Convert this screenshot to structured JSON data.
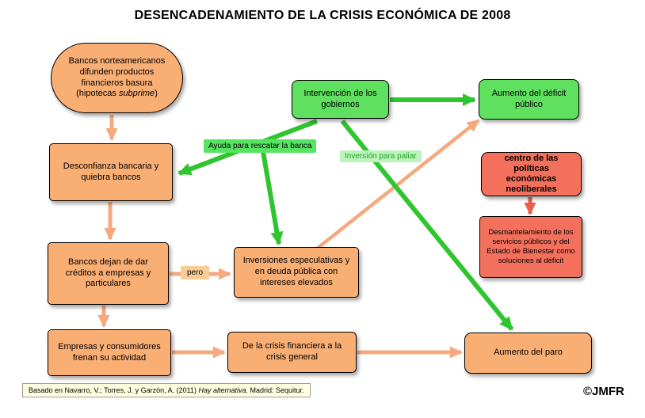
{
  "title": "DESENCADENAMIENTO DE LA CRISIS ECONÓMICA DE 2008",
  "nodes": {
    "subprime_banks": {
      "text_before": "Bancos norteamericanos difunden productos financieros basura (hipotecas ",
      "text_italic": "subprime",
      "text_after": ")"
    },
    "gobiernos": {
      "text": "Intervención de los gobiernos"
    },
    "deficit": {
      "text": "Aumento del déficit público"
    },
    "desconfianza": {
      "text": "Desconfianza bancaria y quiebra bancos"
    },
    "centro_neoliberal": {
      "text": "centro de las políticas económicas neoliberales"
    },
    "desmantelamiento": {
      "text": "Desmantelamiento de los servicios públicos y del Estado de Bienestar como soluciones al déficit"
    },
    "creditos": {
      "text": "Bancos dejan de dar créditos a empresas y particulares"
    },
    "inversiones": {
      "text": "Inversiones especulativas y en deuda pública con intereses elevados"
    },
    "empresas": {
      "text": "Empresas y consumidores frenan su actividad"
    },
    "crisis_general": {
      "text": "De la crisis financiera a la crisis general"
    },
    "paro": {
      "text": "Aumento del paro"
    }
  },
  "edge_labels": {
    "ayuda": "Ayuda para rescatar la banca",
    "inversion_paliar": "Inversión para paliar",
    "pero": "pero"
  },
  "edges": [
    {
      "from": "subprime_banks",
      "to": "desconfianza",
      "color": "orange"
    },
    {
      "from": "desconfianza",
      "to": "creditos",
      "color": "orange"
    },
    {
      "from": "creditos",
      "to": "empresas",
      "color": "orange"
    },
    {
      "from": "creditos",
      "to": "inversiones",
      "color": "orange",
      "label": "pero"
    },
    {
      "from": "empresas",
      "to": "crisis_general",
      "color": "orange"
    },
    {
      "from": "crisis_general",
      "to": "paro",
      "color": "orange"
    },
    {
      "from": "inversiones",
      "to": "deficit",
      "color": "orange"
    },
    {
      "from": "gobiernos",
      "to": "deficit",
      "color": "green"
    },
    {
      "from": "gobiernos",
      "to": "desconfianza",
      "color": "green",
      "label": "Ayuda para rescatar la banca"
    },
    {
      "from": "gobiernos",
      "to": "inversiones",
      "color": "green"
    },
    {
      "from": "gobiernos",
      "to": "paro",
      "color": "green",
      "label": "Inversión para paliar"
    },
    {
      "from": "centro_neoliberal",
      "to": "desmantelamiento",
      "color": "red"
    }
  ],
  "footnote": {
    "text_before": "Basado en Navarro, V.; Torres, J. y Garzón, A. (2011) ",
    "text_italic": "Hay alternativa.",
    "text_after": " Madrid: Sequitur."
  },
  "copyright": "©JMFR",
  "colors": {
    "node_orange": "#F9AE74",
    "node_green": "#5FE05F",
    "node_red": "#F3705C",
    "arrow_orange": "#F6A87E",
    "arrow_green": "#2FC52F",
    "arrow_red": "#E8604C",
    "footnote_bg": "#FFFFE0"
  }
}
